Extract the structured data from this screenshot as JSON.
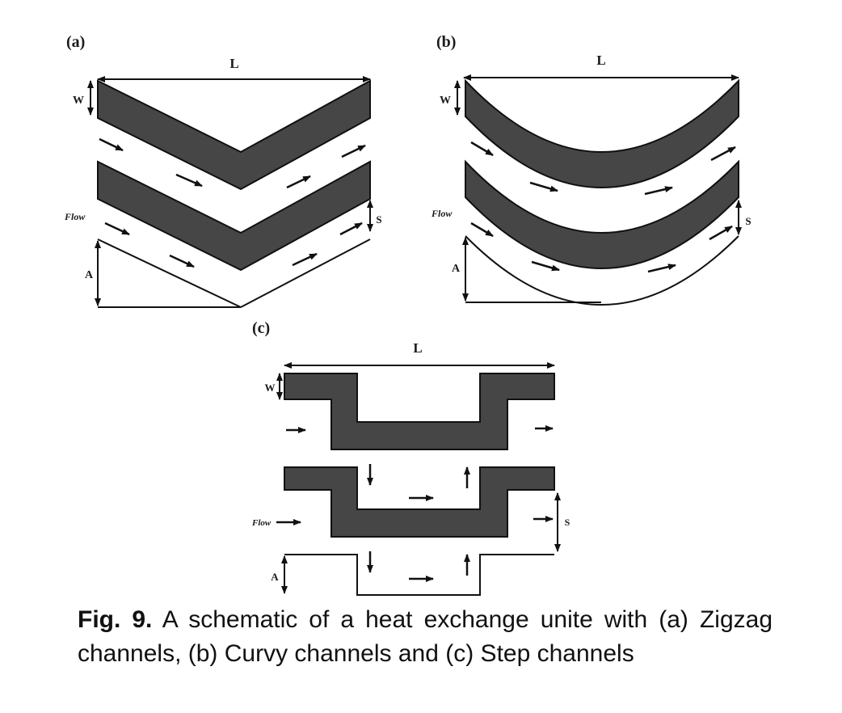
{
  "colors": {
    "channel_fill": "#464646",
    "channel_stroke": "#111111",
    "line": "#111111",
    "background": "#ffffff"
  },
  "panels": {
    "a": {
      "label": "(a)",
      "length_label": "L",
      "width_label": "W",
      "flow_label": "Flow",
      "spacing_label": "S",
      "amplitude_label": "A"
    },
    "b": {
      "label": "(b)",
      "length_label": "L",
      "width_label": "W",
      "flow_label": "Flow",
      "spacing_label": "S",
      "amplitude_label": "A"
    },
    "c": {
      "label": "(c)",
      "length_label": "L",
      "width_label": "W",
      "flow_label": "Flow",
      "spacing_label": "S",
      "amplitude_label": "A"
    }
  },
  "caption": {
    "label": "Fig. 9.",
    "text": " A schematic of a heat exchange unite with (a) Zigzag channels, (b) Curvy channels and (c) Step channels"
  }
}
